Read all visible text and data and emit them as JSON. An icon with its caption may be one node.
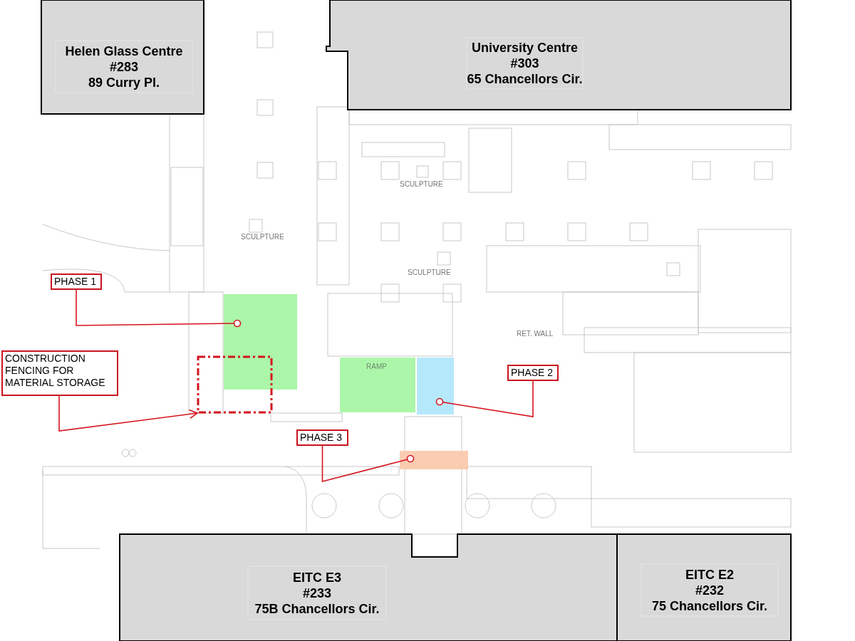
{
  "diagram": {
    "nodes": [
      {
        "text": [
          "Helen Glass Centre",
          "#283",
          "89 Curry Pl."
        ]
      },
      {
        "text": [
          "University Centre",
          "#303",
          "65 Chancellors Cir."
        ]
      },
      {
        "text": [
          "EITC E3",
          "#233",
          "75B Chancellors Cir."
        ]
      },
      {
        "text": [
          "EITC E2",
          "#232",
          "75 Chancellors Cir."
        ]
      },
      {
        "text": [
          "PHASE 1"
        ]
      },
      {
        "text": [],
        "shape": "box"
      },
      {
        "text": [
          "CONSTRUCTION FENCING FOR MATERIAL STORAGE"
        ]
      },
      {
        "text": [],
        "shape": "box"
      },
      {
        "text": [
          "RAMP"
        ]
      },
      {
        "text": [
          "PHASE 2"
        ]
      },
      {
        "text": [],
        "shape": "box"
      },
      {
        "text": [
          "PHASE 3"
        ]
      },
      {
        "text": [],
        "shape": "box"
      }
    ],
    "edges": [
      {
        "from": 4,
        "to": 5,
        "arrow": "other"
      },
      {
        "from": 6,
        "to": 7,
        "arrow": "to"
      },
      {
        "from": 9,
        "to": 10,
        "arrow": "other"
      },
      {
        "from": 11,
        "to": 12,
        "arrow": "other"
      }
    ],
    "labels": [
      "SCULPTURE",
      "SCULPTURE",
      "SCULPTURE",
      "RET. WALL"
    ]
  }
}
